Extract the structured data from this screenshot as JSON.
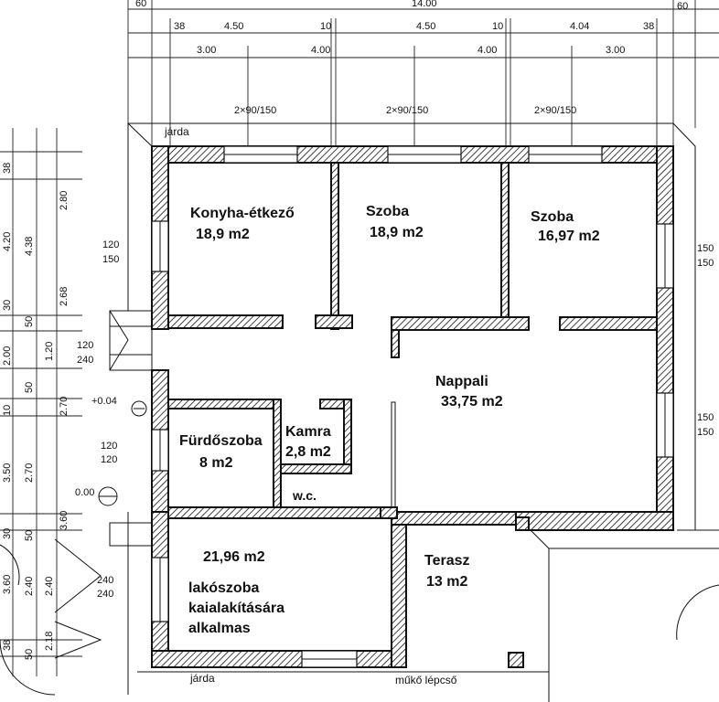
{
  "rooms": {
    "konyha": {
      "name": "Konyha-étkező",
      "area": "18,9 m2"
    },
    "szoba1": {
      "name": "Szoba",
      "area": "18,9 m2"
    },
    "szoba2": {
      "name": "Szoba",
      "area": "16,97 m2"
    },
    "nappali": {
      "name": "Nappali",
      "area": "33,75 m2"
    },
    "furdo": {
      "name": "Fürdőszoba",
      "area": "8 m2"
    },
    "kamra": {
      "name": "Kamra",
      "area": "2,8 m2"
    },
    "wc": {
      "name": "w.c."
    },
    "terasz": {
      "name": "Terasz",
      "area": "13 m2"
    },
    "bonus": {
      "area": "21,96 m2",
      "line1": "lakószoba",
      "line2": "kaialakítására",
      "line3": "alkalmas"
    }
  },
  "notes": {
    "jarda_top": "járda",
    "jarda_bottom": "járda",
    "mukotepcso": "műkő lépcső",
    "window_top": [
      "2×90/150",
      "2×90/150",
      "2×90/150"
    ]
  },
  "dimensions": {
    "top_row1": [
      "60",
      "14.00",
      "60"
    ],
    "top_row2": [
      "38",
      "4.50",
      "10",
      "4.50",
      "10",
      "4.04",
      "38"
    ],
    "top_row3": [
      "3.00",
      "4.00",
      "4.00",
      "3.00"
    ],
    "left_col1": [
      "38",
      "4.20",
      "30",
      "2.00",
      "10",
      "3.50",
      "30",
      "3.60",
      "38"
    ],
    "left_col2": [
      "4.38",
      "50",
      "50",
      "2.70",
      "50",
      "2.40",
      "50",
      "2.18"
    ],
    "left_col3": [
      "2.80",
      "2.68",
      "1.20",
      "2.70",
      "3.60",
      "2.40"
    ],
    "window_left": [
      "120",
      "150",
      "120",
      "240",
      "120",
      "120",
      "240",
      "240"
    ],
    "window_right": [
      "150",
      "150",
      "150",
      "150"
    ],
    "levels": [
      "+0.04",
      "0.00"
    ]
  }
}
